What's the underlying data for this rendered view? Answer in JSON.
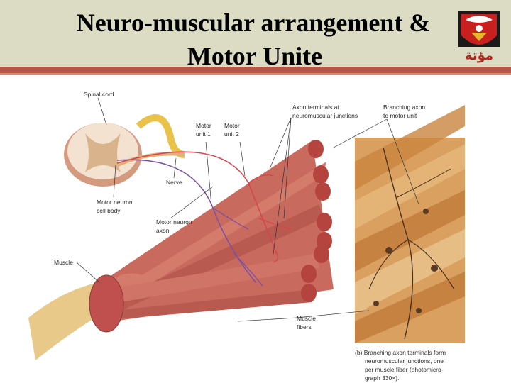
{
  "slide": {
    "title_line1": "Neuro-muscular arrangement &",
    "title_line2": "Motor Unite",
    "logo_text": "مؤتة",
    "colors": {
      "header_bg": "#dcdcc4",
      "accent_rule": "#b55548",
      "muscle": "#c0504d",
      "nerve_red": "#d9424a",
      "nerve_purple": "#7b4fa6"
    }
  },
  "diagram": {
    "labels": {
      "spinal_cord": "Spinal cord",
      "motor_unit1_a": "Motor",
      "motor_unit1_b": "unit 1",
      "motor_unit2_a": "Motor",
      "motor_unit2_b": "unit 2",
      "nerve": "Nerve",
      "motor_neuron_cell_body_a": "Motor neuron",
      "motor_neuron_cell_body_b": "cell body",
      "motor_neuron_axon_a": "Motor neuron",
      "motor_neuron_axon_b": "axon",
      "muscle": "Muscle",
      "axon_terminals_a": "Axon terminals at",
      "axon_terminals_b": "neuromuscular junctions",
      "branching_axon_a": "Branching axon",
      "branching_axon_b": "to motor unit",
      "muscle_fibers_a": "Muscle",
      "muscle_fibers_b": "fibers"
    },
    "caption": {
      "line1": "(b) Branching axon terminals form",
      "line2": "neuromuscular junctions, one",
      "line3": "per muscle fiber (photomicro-",
      "line4": "graph 330×)."
    }
  }
}
